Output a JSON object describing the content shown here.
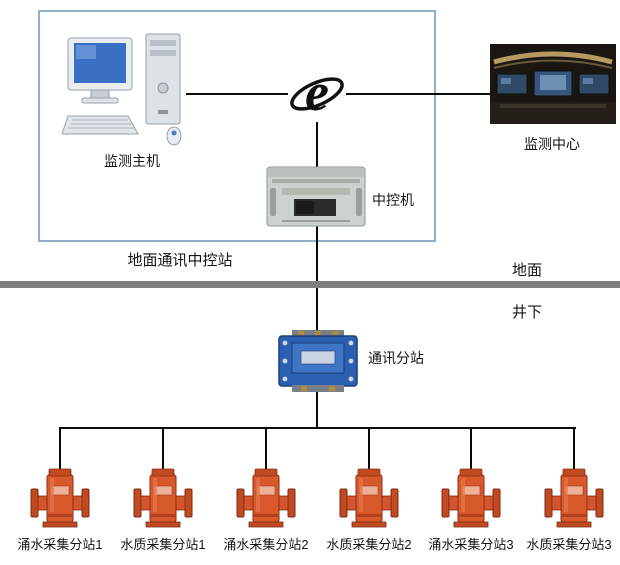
{
  "labels": {
    "ground_station": "地面通讯中控站",
    "monitor_host": "监测主机",
    "monitor_center": "监测中心",
    "central_control": "中控机",
    "surface": "地面",
    "underground": "井下",
    "comm_substation": "通讯分站"
  },
  "devices": [
    {
      "label": "涌水采集分站1"
    },
    {
      "label": "水质采集分站1"
    },
    {
      "label": "涌水采集分站2"
    },
    {
      "label": "水质采集分站2"
    },
    {
      "label": "涌水采集分站3"
    },
    {
      "label": "水质采集分站3"
    }
  ],
  "icons": {
    "desktop_computer": "desktop-computer-icon",
    "internet": "internet-e-icon",
    "monitoring_center_photo": "monitoring-center-photo",
    "rack_server": "rack-server-icon",
    "junction_box": "junction-box-icon",
    "collector_device": "collector-device-icon"
  },
  "colors": {
    "station_box_border": "#8fafca",
    "divider_gray": "#7f7f7f",
    "substation_blue": "#2b5fb0",
    "device_orange": "#d4552b",
    "connector_line": "#0a0a0a"
  }
}
